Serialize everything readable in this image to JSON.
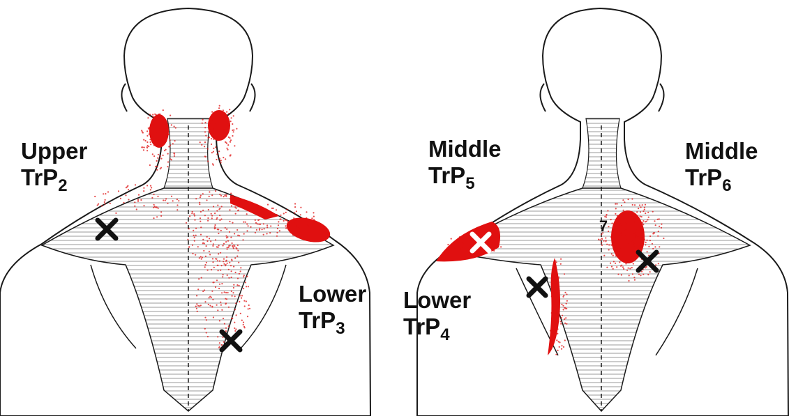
{
  "labels": {
    "upper": {
      "word": "Upper",
      "code": "TrP",
      "index": "2"
    },
    "lower_left": {
      "word": "Lower",
      "code": "TrP",
      "index": "3"
    },
    "middle_left": {
      "word": "Middle",
      "code": "TrP",
      "index": "5"
    },
    "middle_right": {
      "word": "Middle",
      "code": "TrP",
      "index": "6"
    },
    "lower_right": {
      "word": "Lower",
      "code": "TrP",
      "index": "4"
    }
  },
  "vertebra_marker": "7",
  "colors": {
    "referral": "#e01010",
    "outline": "#1a1a1a",
    "marker": "#111111",
    "marker_light": "#ffffff",
    "background": "#ffffff"
  },
  "icons": {
    "trigger_point": "x-mark",
    "referral_zone": "red-stipple"
  }
}
